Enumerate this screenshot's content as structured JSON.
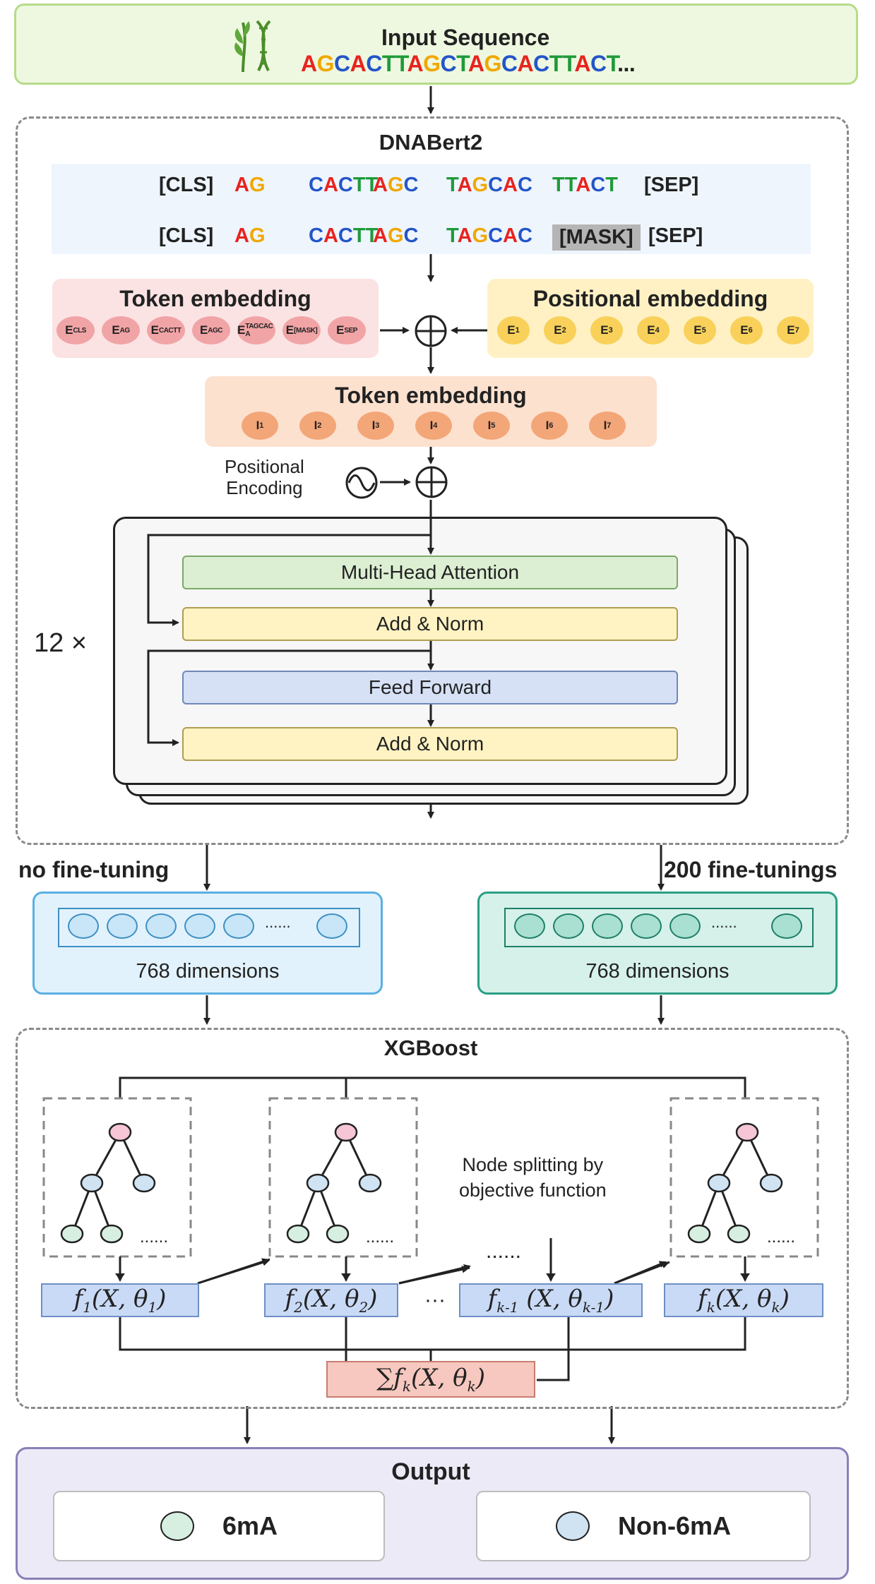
{
  "input": {
    "title": "Input Sequence",
    "sequence": [
      "A",
      "G",
      "C",
      "A",
      "C",
      "T",
      "T",
      "A",
      "G",
      "C",
      "T",
      "A",
      "G",
      "C",
      "A",
      "C",
      "T",
      "T",
      "A",
      "C",
      "T"
    ],
    "ellipsis": "...",
    "icon": "dna-plant-icon"
  },
  "nucleotide_colors": {
    "A": "#e8231f",
    "G": "#f0a800",
    "C": "#2455c8",
    "T": "#1f9a3a"
  },
  "dnabert": {
    "title": "DNABert2",
    "row1": [
      {
        "text": "[CLS]"
      },
      {
        "text": "AG"
      },
      {
        "text": "CACTT"
      },
      {
        "text": "AGC"
      },
      {
        "text": "TAGCAC"
      },
      {
        "text": "TTACT"
      },
      {
        "text": "[SEP]"
      }
    ],
    "row2": [
      {
        "text": "[CLS]"
      },
      {
        "text": "AG"
      },
      {
        "text": "CACTT"
      },
      {
        "text": "AGC"
      },
      {
        "text": "TAGCAC"
      },
      {
        "text": "[MASK]",
        "masked": true
      },
      {
        "text": "[SEP]"
      }
    ],
    "token_embedding_title": "Token embedding",
    "token_embeddings": [
      {
        "base": "E",
        "sub": "CLS"
      },
      {
        "base": "E",
        "sub": "AG"
      },
      {
        "base": "E",
        "sub": "CACTT"
      },
      {
        "base": "E",
        "sub": "AGC"
      },
      {
        "base": "E",
        "sub": "TAGCAC A",
        "stacked": true
      },
      {
        "base": "E",
        "sub": "[MASK]"
      },
      {
        "base": "E",
        "sub": "SEP"
      }
    ],
    "positional_embedding_title": "Positional embedding",
    "positional_embeddings": [
      "1",
      "2",
      "3",
      "4",
      "5",
      "6",
      "7"
    ],
    "combined_title": "Token embedding",
    "combined_embeddings": [
      "1",
      "2",
      "3",
      "4",
      "5",
      "6",
      "7"
    ],
    "positional_encoding_label": [
      "Positional",
      "Encoding"
    ],
    "repeat_label": "12 ×",
    "layers": {
      "attention": "Multi-Head Attention",
      "add_norm_1": "Add & Norm",
      "feed_forward": "Feed Forward",
      "add_norm_2": "Add & Norm"
    }
  },
  "branches": {
    "left_label": "no fine-tuning",
    "right_label": "200 fine-tunings",
    "left_dims": "768 dimensions",
    "right_dims": "768 dimensions",
    "dots": "......"
  },
  "xgboost": {
    "title": "XGBoost",
    "note": [
      "Node splitting by",
      "objective function"
    ],
    "tree_dots": "......",
    "middle_dots": "......",
    "between_dots": "···",
    "functions": [
      {
        "f": "f",
        "sub": "1",
        "arg": "(X, θ",
        "argsub": "1",
        "close": ")"
      },
      {
        "f": "f",
        "sub": "2",
        "arg": "(X, θ",
        "argsub": "2",
        "close": ")"
      },
      {
        "f": "f",
        "sub": "k-1",
        "arg": " (X, θ",
        "argsub": "k-1",
        "close": ")"
      },
      {
        "f": "f",
        "sub": "k",
        "arg": "(X, θ",
        "argsub": "k",
        "close": ")"
      }
    ],
    "sum": {
      "prefix": "∑f",
      "sub": "k",
      "arg": "(X, θ",
      "argsub": "k",
      "close": ")"
    }
  },
  "output": {
    "title": "Output",
    "classes": [
      {
        "label": "6mA",
        "color": "#d7efe0"
      },
      {
        "label": "Non-6mA",
        "color": "#cfe3f3"
      }
    ]
  },
  "colors": {
    "token_bg": "#fbe3e3",
    "token_pill": "#f1a4a6",
    "pos_bg": "#fff1c4",
    "pos_pill": "#f9d15a",
    "comb_bg": "#fde1cf",
    "comb_pill": "#f3a678",
    "left_box": "#5aafe3",
    "right_box": "#2a9f86"
  }
}
